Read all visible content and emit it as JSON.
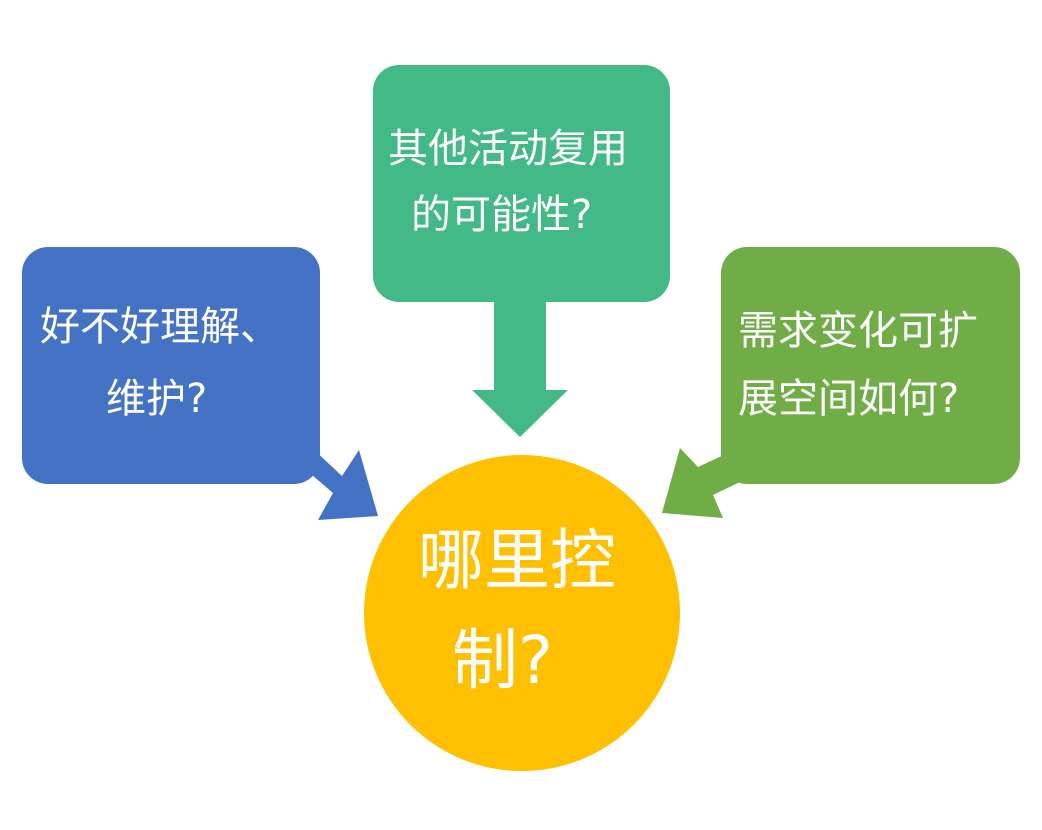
{
  "colors": {
    "left_box": "#4472c4",
    "top_box": "#43b987",
    "right_box": "#70ad47",
    "center_circle": "#fec000",
    "text": "#ffffff"
  },
  "diagram": {
    "left": {
      "line1": "好不好理解、",
      "line2": "维护?"
    },
    "top": {
      "line1": "其他活动复用",
      "line2": "的可能性?"
    },
    "right": {
      "line1": "需求变化可扩",
      "line2": "展空间如何?"
    },
    "center": {
      "line1": "哪里控",
      "line2": "制?"
    }
  }
}
